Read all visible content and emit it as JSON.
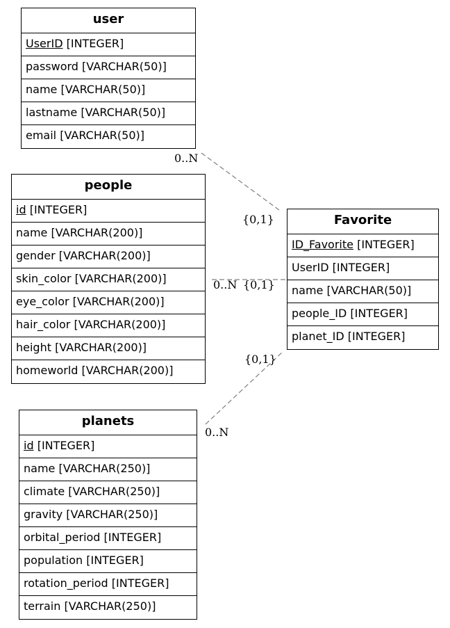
{
  "entities": {
    "user": {
      "title": "user",
      "rows": [
        {
          "key": "UserID",
          "type": " [INTEGER]"
        },
        {
          "text": "password [VARCHAR(50)]"
        },
        {
          "text": "name [VARCHAR(50)]"
        },
        {
          "text": "lastname [VARCHAR(50)]"
        },
        {
          "text": "email [VARCHAR(50)]"
        }
      ]
    },
    "people": {
      "title": "people",
      "rows": [
        {
          "key": "id",
          "type": " [INTEGER]"
        },
        {
          "text": "name [VARCHAR(200)]"
        },
        {
          "text": "gender [VARCHAR(200)]"
        },
        {
          "text": "skin_color [VARCHAR(200)]"
        },
        {
          "text": "eye_color [VARCHAR(200)]"
        },
        {
          "text": "hair_color [VARCHAR(200)]"
        },
        {
          "text": "height [VARCHAR(200)]"
        },
        {
          "text": "homeworld [VARCHAR(200)]"
        }
      ]
    },
    "planets": {
      "title": "planets",
      "rows": [
        {
          "key": "id",
          "type": " [INTEGER]"
        },
        {
          "text": "name [VARCHAR(250)]"
        },
        {
          "text": "climate [VARCHAR(250)]"
        },
        {
          "text": "gravity [VARCHAR(250)]"
        },
        {
          "text": "orbital_period [INTEGER]"
        },
        {
          "text": "population [INTEGER]"
        },
        {
          "text": "rotation_period [INTEGER]"
        },
        {
          "text": "terrain [VARCHAR(250)]"
        }
      ]
    },
    "favorite": {
      "title": "Favorite",
      "rows": [
        {
          "key": "ID_Favorite",
          "type": " [INTEGER]"
        },
        {
          "text": "UserID [INTEGER]"
        },
        {
          "text": "name [VARCHAR(50)]"
        },
        {
          "text": "people_ID [INTEGER]"
        },
        {
          "text": "planet_ID [INTEGER]"
        }
      ]
    }
  },
  "relationships": {
    "user_favorite": {
      "from_card": "0..N",
      "to_card": "{0,1}"
    },
    "people_favorite": {
      "from_card": "0..N",
      "to_card": "{0,1}"
    },
    "planets_favorite": {
      "from_card": "0..N",
      "to_card": "{0,1}"
    }
  },
  "colors": {
    "border": "#000000",
    "link": "#808080",
    "background": "#ffffff"
  }
}
